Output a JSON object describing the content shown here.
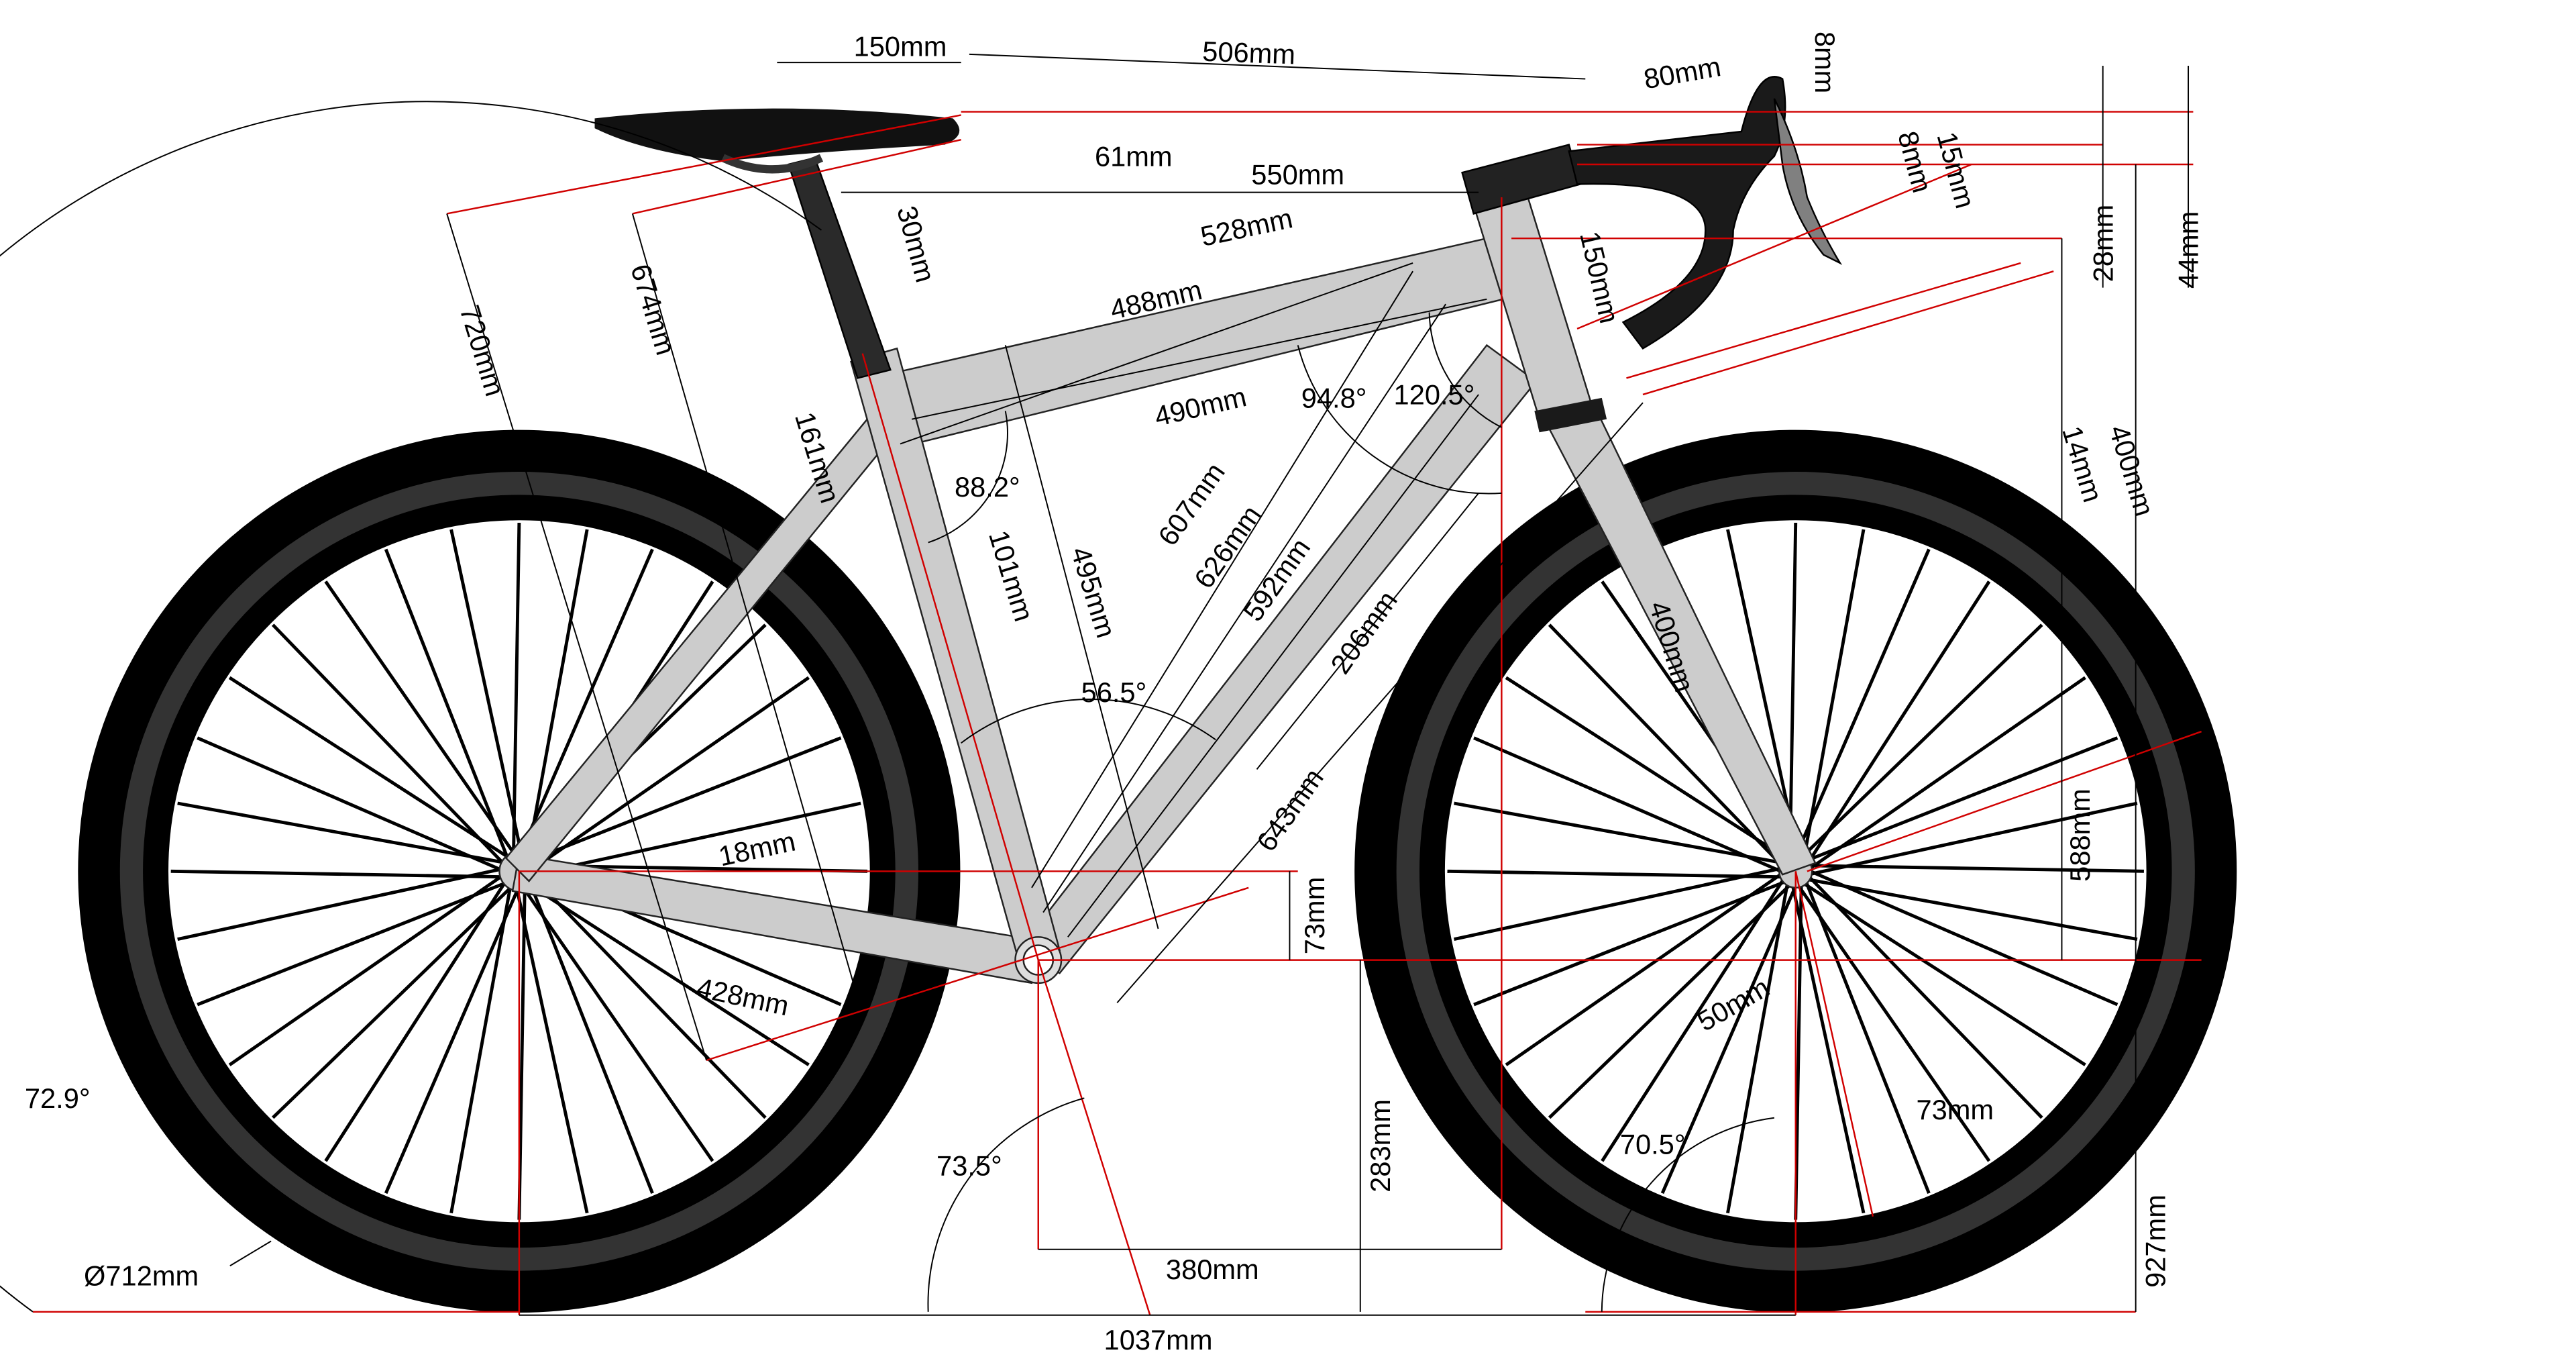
{
  "title": "Bicycle geometry diagram",
  "colors": {
    "frame": "#cccccc",
    "tire": "#000000",
    "tire_stripe": "#333333",
    "dimension_lines": "#d00000",
    "components": "#1a1a1a"
  },
  "labels": {
    "saddle_setback": "150mm",
    "saddle_to_bar": "506mm",
    "stem_length": "80mm",
    "bar_8mm_a": "8mm",
    "bar_8mm_b": "8mm",
    "bar_15mm": "15mm",
    "seat_offset": "61mm",
    "reach_550": "550mm",
    "tt_528": "528mm",
    "seat_30": "30mm",
    "saddle_720": "720mm",
    "saddle_674": "674mm",
    "tt_488": "488mm",
    "tt_490": "490mm",
    "angle_94_8": "94.8°",
    "angle_120_5": "120.5°",
    "headtube_150": "150mm",
    "bar_28": "28mm",
    "bar_44": "44mm",
    "seat_161": "161mm",
    "angle_88_2": "88.2°",
    "seat_101": "101mm",
    "seattube_495": "495mm",
    "dt_607": "607mm",
    "dt_626": "626mm",
    "dt_592": "592mm",
    "dt_206": "206mm",
    "fork_14": "14mm",
    "fork_400_outer": "400mm",
    "fork_400": "400mm",
    "angle_56_5": "56.5°",
    "dt_643": "643mm",
    "cs_18": "18mm",
    "bb_drop": "73mm",
    "fork_588": "588mm",
    "chainstay_428": "428mm",
    "bb_height": "283mm",
    "fork_offset": "50mm",
    "angle_72_9": "72.9°",
    "seat_angle": "73.5°",
    "head_angle": "70.5°",
    "trail": "73mm",
    "wheel_diameter": "Ø712mm",
    "front_center_380": "380mm",
    "wheelbase": "1037mm",
    "stack_927": "927mm"
  }
}
